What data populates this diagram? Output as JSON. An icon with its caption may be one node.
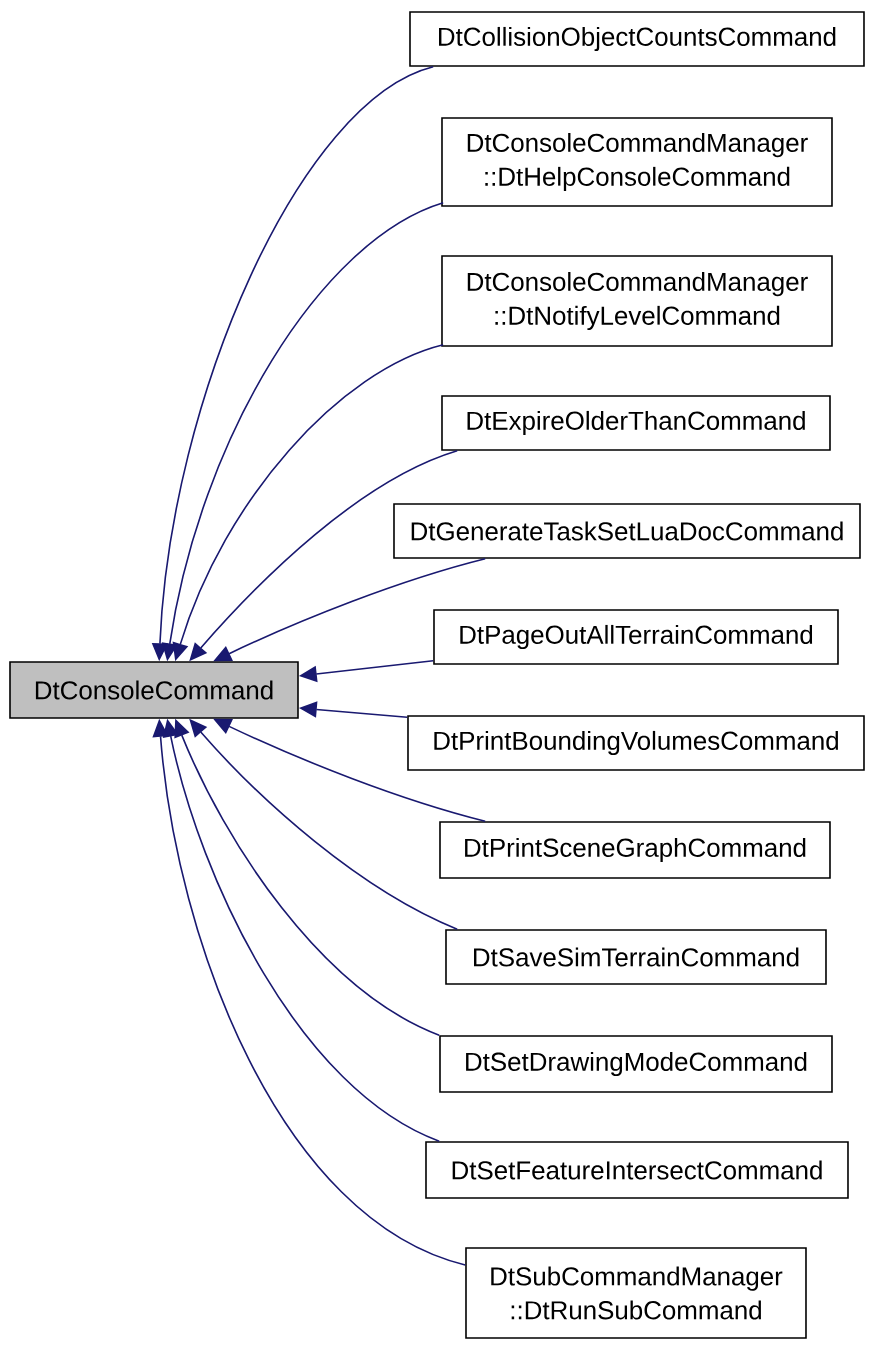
{
  "diagram": {
    "nodes": [
      {
        "text": [
          "DtConsoleCommand"
        ]
      },
      {
        "text": [
          "DtCollisionObjectCountsCommand"
        ]
      },
      {
        "text": [
          "DtConsoleCommandManager ::DtHelpConsoleCommand"
        ]
      },
      {
        "text": [
          "DtConsoleCommandManager ::DtNotifyLevelCommand"
        ]
      },
      {
        "text": [
          "DtExpireOlderThanCommand"
        ]
      },
      {
        "text": [
          "DtGenerateTaskSetLuaDocCommand"
        ]
      },
      {
        "text": [
          "DtPageOutAllTerrainCommand"
        ]
      },
      {
        "text": [
          "DtPrintBoundingVolumesCommand"
        ]
      },
      {
        "text": [
          "DtPrintSceneGraphCommand"
        ]
      },
      {
        "text": [
          "DtSaveSimTerrainCommand"
        ]
      },
      {
        "text": [
          "DtSetDrawingModeCommand"
        ]
      },
      {
        "text": [
          "DtSetFeatureIntersectCommand"
        ]
      },
      {
        "text": [
          "DtSubCommandManager ::DtRunSubCommand"
        ]
      }
    ],
    "edges": [
      {
        "from": 1,
        "to": 0,
        "arrow": "to"
      },
      {
        "from": 2,
        "to": 0,
        "arrow": "to"
      },
      {
        "from": 3,
        "to": 0,
        "arrow": "to"
      },
      {
        "from": 4,
        "to": 0,
        "arrow": "to"
      },
      {
        "from": 5,
        "to": 0,
        "arrow": "to"
      },
      {
        "from": 6,
        "to": 0,
        "arrow": "to"
      },
      {
        "from": 7,
        "to": 0,
        "arrow": "to"
      },
      {
        "from": 8,
        "to": 0,
        "arrow": "to"
      },
      {
        "from": 9,
        "to": 0,
        "arrow": "to"
      },
      {
        "from": 10,
        "to": 0,
        "arrow": "to"
      },
      {
        "from": 11,
        "to": 0,
        "arrow": "to"
      },
      {
        "from": 12,
        "to": 0,
        "arrow": "to"
      }
    ]
  }
}
